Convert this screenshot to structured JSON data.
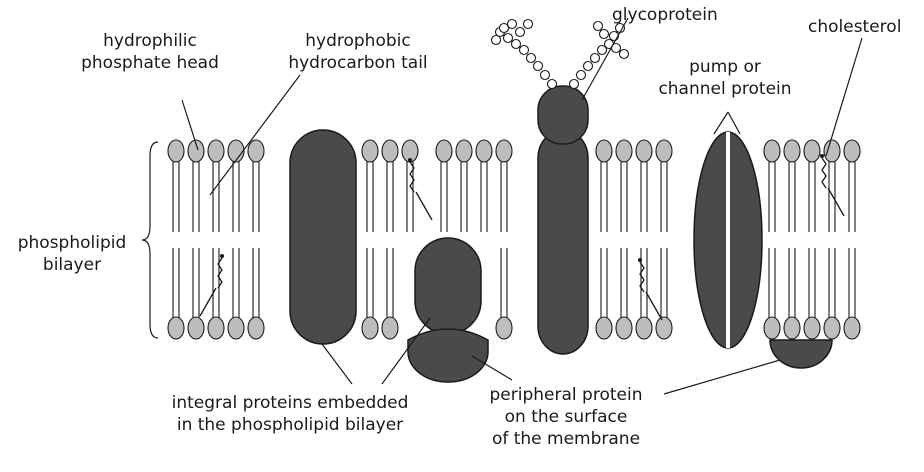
{
  "labels": {
    "hydrophilic_line1": "hydrophilic",
    "hydrophilic_line2": "phosphate head",
    "hydrophobic_line1": "hydrophobic",
    "hydrophobic_line2": "hydrocarbon tail",
    "glycoprotein": "glycoprotein",
    "pump_line1": "pump or",
    "pump_line2": "channel protein",
    "cholesterol": "cholesterol",
    "bilayer_line1": "phospholipid",
    "bilayer_line2": "bilayer",
    "integral_line1": "integral proteins embedded",
    "integral_line2": "in the phospholipid bilayer",
    "peripheral_line1": "peripheral protein",
    "peripheral_line2": "on the surface",
    "peripheral_line3": "of the membrane"
  },
  "colors": {
    "head_fill": "#bdbdbd",
    "protein_fill": "#4a4a4a",
    "outline": "#1a1a1a",
    "background": "#ffffff"
  }
}
